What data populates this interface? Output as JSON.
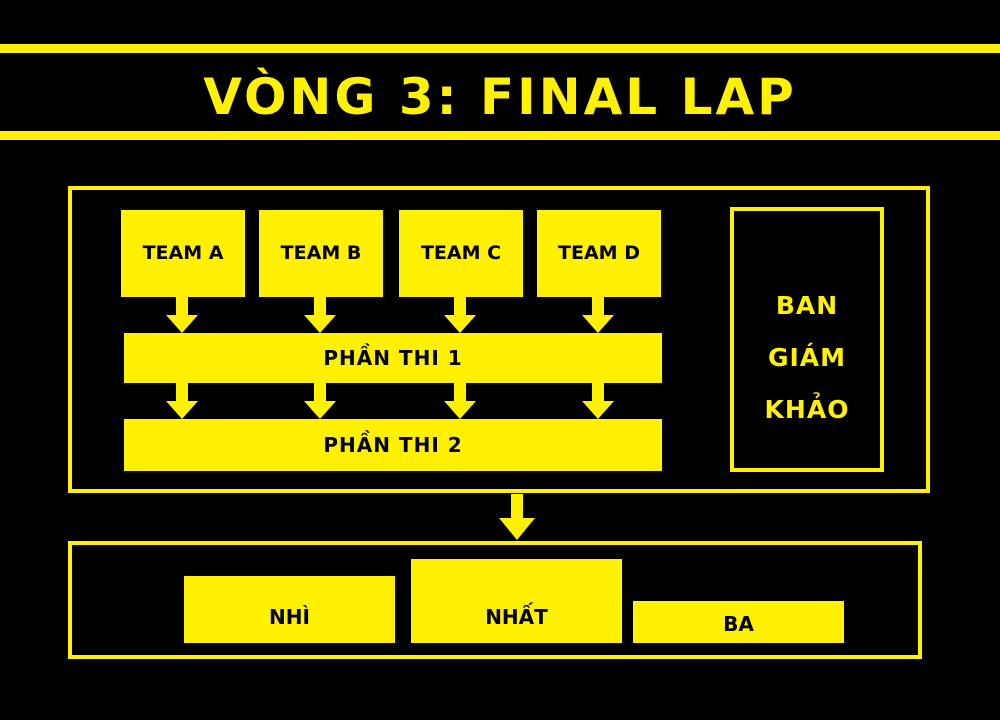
{
  "title": "VÒNG 3: FINAL LAP",
  "teams": [
    "TEAM A",
    "TEAM B",
    "TEAM C",
    "TEAM D"
  ],
  "phases": [
    "PHẦN THI 1",
    "PHẦN THI 2"
  ],
  "judges": [
    "BAN",
    "GIÁM",
    "KHẢO"
  ],
  "podium": {
    "second": "NHÌ",
    "first": "NHẤT",
    "third": "BA"
  },
  "colors": {
    "background": "#000000",
    "accent": "#FFF100"
  }
}
